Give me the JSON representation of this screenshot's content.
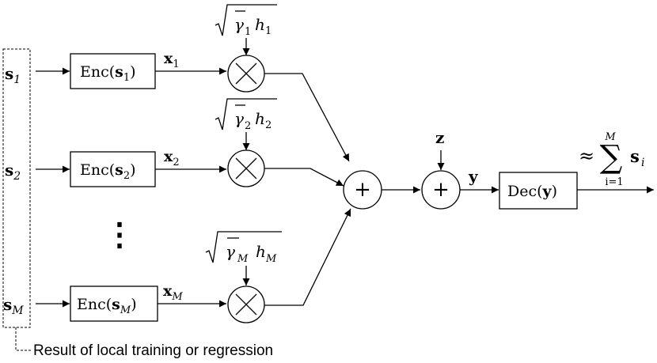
{
  "sources": [
    {
      "base": "s",
      "sub": "1"
    },
    {
      "base": "s",
      "sub": "2"
    },
    {
      "base": "s",
      "sub": "M"
    }
  ],
  "encoders": [
    {
      "prefix": "Enc(",
      "arg": "s",
      "sub": "1",
      "suffix": ")"
    },
    {
      "prefix": "Enc(",
      "arg": "s",
      "sub": "2",
      "suffix": ")"
    },
    {
      "prefix": "Enc(",
      "arg": "s",
      "sub": "M",
      "suffix": ")"
    }
  ],
  "encoded": [
    {
      "base": "x",
      "sub": "1"
    },
    {
      "base": "x",
      "sub": "2"
    },
    {
      "base": "x",
      "sub": "M"
    }
  ],
  "gains": [
    {
      "gamma": "γ",
      "gamma_sub": "1",
      "h": "h",
      "h_sub": "1"
    },
    {
      "gamma": "γ",
      "gamma_sub": "2",
      "h": "h",
      "h_sub": "2"
    },
    {
      "gamma": "γ",
      "gamma_sub": "M",
      "h": "h",
      "h_sub": "M"
    }
  ],
  "ellipsis": "⋮",
  "multiply_symbol": "×",
  "add_symbol": "+",
  "noise": "z",
  "received": "y",
  "decoder": {
    "prefix": "Dec(",
    "arg": "y",
    "suffix": ")"
  },
  "output": {
    "approx": "≈",
    "sum": "∑",
    "upper": "M",
    "lower": "i=1",
    "term": "s",
    "term_sub": "i"
  },
  "caption": "Result of local training or regression"
}
